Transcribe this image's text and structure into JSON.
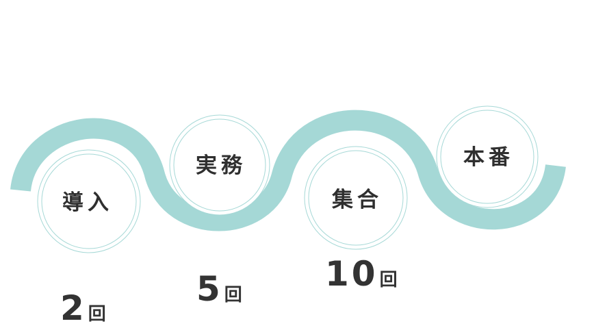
{
  "steps": [
    {
      "label": "導入",
      "count": "2",
      "unit": "回"
    },
    {
      "label": "実務",
      "count": "5",
      "unit": "回"
    },
    {
      "label": "集合",
      "count": "10",
      "unit": "回"
    },
    {
      "label": "本番",
      "count": "",
      "unit": ""
    }
  ],
  "colors": {
    "accent": "#a5d8d6",
    "text": "#333333",
    "background": "#ffffff"
  }
}
